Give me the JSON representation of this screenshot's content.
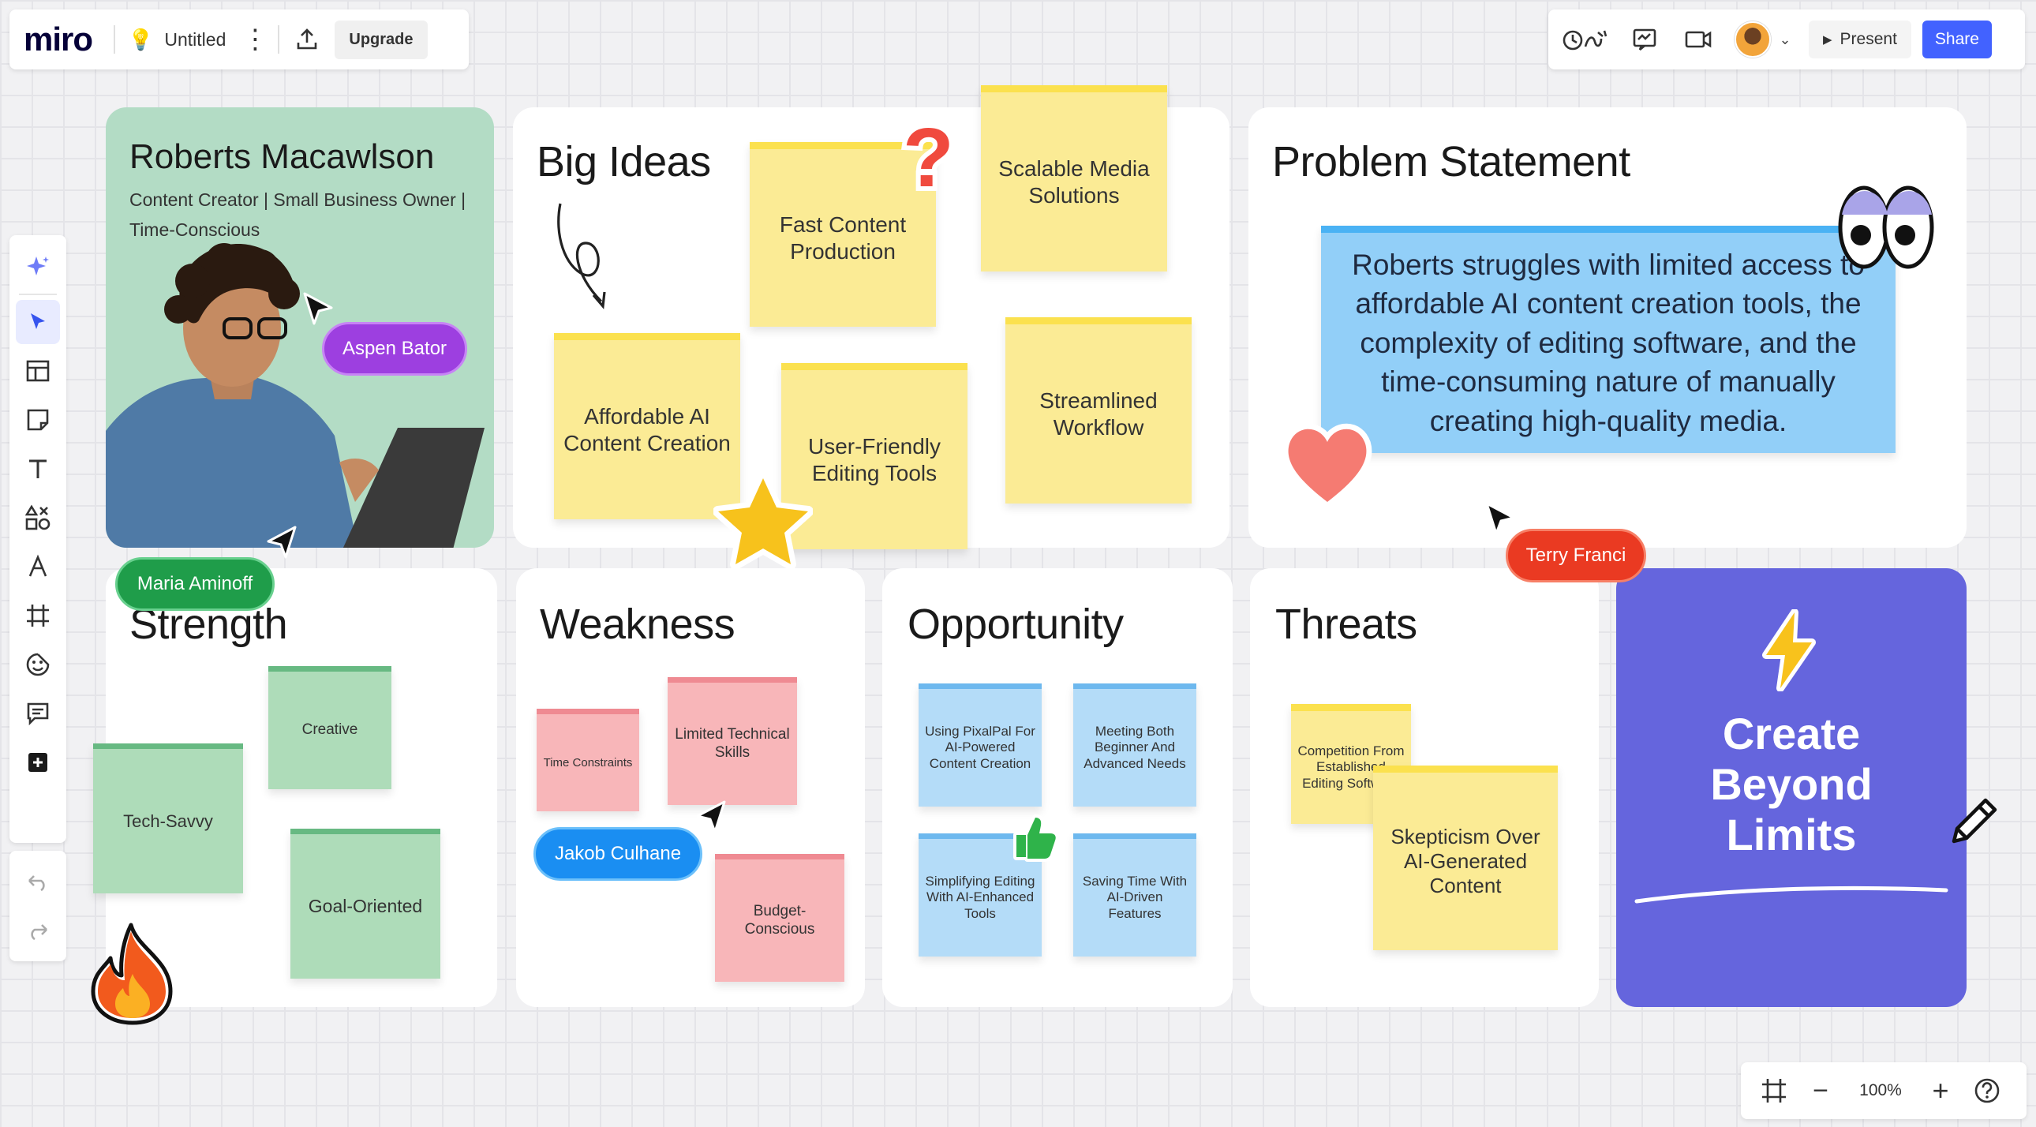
{
  "app": {
    "logo": "miro",
    "board_name": "Untitled",
    "upgrade_label": "Upgrade"
  },
  "header": {
    "present_label": "Present",
    "share_label": "Share"
  },
  "persona": {
    "name": "Roberts Macawlson",
    "roles": "Content Creator | Small Business Owner |",
    "trait": "Time-Conscious"
  },
  "cursors": {
    "aspen": "Aspen Bator",
    "maria": "Maria Aminoff",
    "terry": "Terry Franci",
    "jakob": "Jakob Culhane"
  },
  "big_ideas": {
    "title": "Big Ideas",
    "notes": [
      "Fast Content Production",
      "Scalable Media Solutions",
      "Affordable AI Content Creation",
      "User-Friendly Editing Tools",
      "Streamlined Workflow"
    ]
  },
  "problem": {
    "title": "Problem Statement",
    "text": "Roberts struggles with limited access to affordable AI content creation tools, the complexity of editing software, and the time-consuming nature of manually creating high-quality media."
  },
  "strength": {
    "title": "Strength",
    "notes": [
      "Creative",
      "Tech-Savvy",
      "Goal-Oriented"
    ]
  },
  "weakness": {
    "title": "Weakness",
    "notes": [
      "Time Constraints",
      "Limited Technical Skills",
      "Budget-Conscious"
    ]
  },
  "opportunity": {
    "title": "Opportunity",
    "notes": [
      "Using PixalPal For AI-Powered Content Creation",
      "Meeting Both Beginner And Advanced Needs",
      "Simplifying Editing With AI-Enhanced Tools",
      "Saving Time With AI-Driven Features"
    ]
  },
  "threats": {
    "title": "Threats",
    "notes": [
      "Competition From Established Editing Software",
      "Skepticism Over AI-Generated Content"
    ]
  },
  "cta": {
    "text": "Create Beyond Limits"
  },
  "zoom": {
    "level": "100%"
  },
  "colors": {
    "share_button": "#4262ff",
    "purple_tag": "#9d3fe0",
    "green_tag": "#1f9d4a",
    "red_tag": "#ea3a22",
    "blue_tag": "#1a8ef2",
    "cta_panel": "#6565dd"
  }
}
